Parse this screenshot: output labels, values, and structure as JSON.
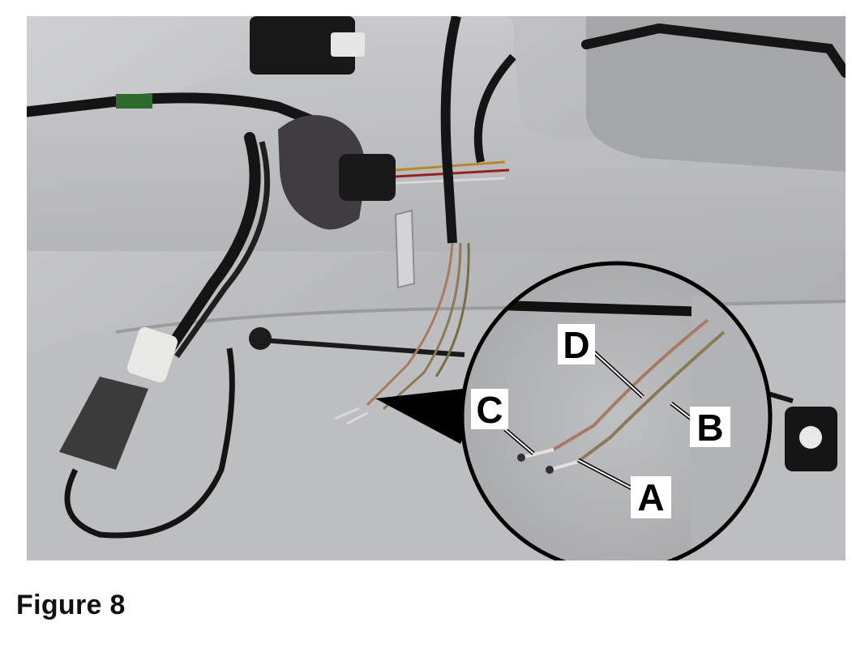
{
  "photo": {
    "callouts": [
      {
        "id": "D",
        "label": "D"
      },
      {
        "id": "C",
        "label": "C"
      },
      {
        "id": "B",
        "label": "B"
      },
      {
        "id": "A",
        "label": "A"
      }
    ]
  },
  "caption": "Figure 8",
  "colors": {
    "panel": "#b7b7b9",
    "wire_dark": "#141414",
    "foam": "#3d3c3d",
    "callout_box": "#ffffff",
    "label": "#000000"
  }
}
